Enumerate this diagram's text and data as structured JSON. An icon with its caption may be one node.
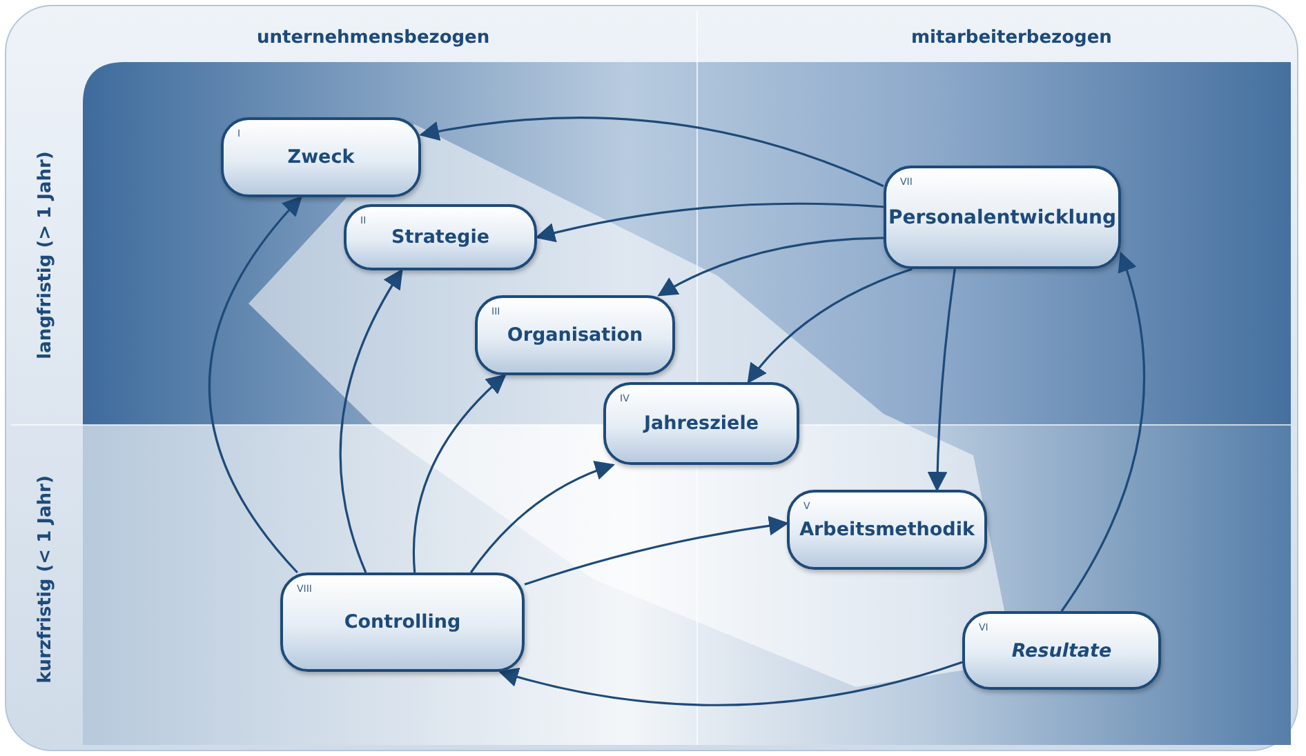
{
  "diagram": {
    "nodes": [
      {
        "text": [
          "I",
          "Zweck"
        ]
      },
      {
        "text": [
          "II",
          "Strategie"
        ]
      },
      {
        "text": [
          "III",
          "Organisation"
        ]
      },
      {
        "text": [
          "IV",
          "Jahresziele"
        ]
      },
      {
        "text": [
          "V",
          "Arbeitsmethodik"
        ]
      },
      {
        "text": [
          "VI",
          "Resultate"
        ]
      },
      {
        "text": [
          "VII",
          "Personalentwicklung"
        ]
      },
      {
        "text": [
          "VIII",
          "Controlling"
        ]
      }
    ],
    "edges": [
      {
        "from": 6,
        "to": 0,
        "arrow": "to"
      },
      {
        "from": 6,
        "to": 1,
        "arrow": "to"
      },
      {
        "from": 6,
        "to": 2,
        "arrow": "to"
      },
      {
        "from": 6,
        "to": 3,
        "arrow": "to"
      },
      {
        "from": 6,
        "to": 4,
        "arrow": "to"
      },
      {
        "from": 7,
        "to": 0,
        "arrow": "to"
      },
      {
        "from": 7,
        "to": 1,
        "arrow": "to"
      },
      {
        "from": 7,
        "to": 2,
        "arrow": "to"
      },
      {
        "from": 7,
        "to": 3,
        "arrow": "to"
      },
      {
        "from": 7,
        "to": 4,
        "arrow": "to"
      },
      {
        "from": 5,
        "to": 7,
        "arrow": "to"
      },
      {
        "from": 5,
        "to": 6,
        "arrow": "to"
      }
    ],
    "labels": [
      "unternehmensbezogen",
      "mitarbeiterbezogen",
      "langfristig (> 1 Jahr)",
      "kurzfristig (< 1 Jahr)"
    ]
  }
}
